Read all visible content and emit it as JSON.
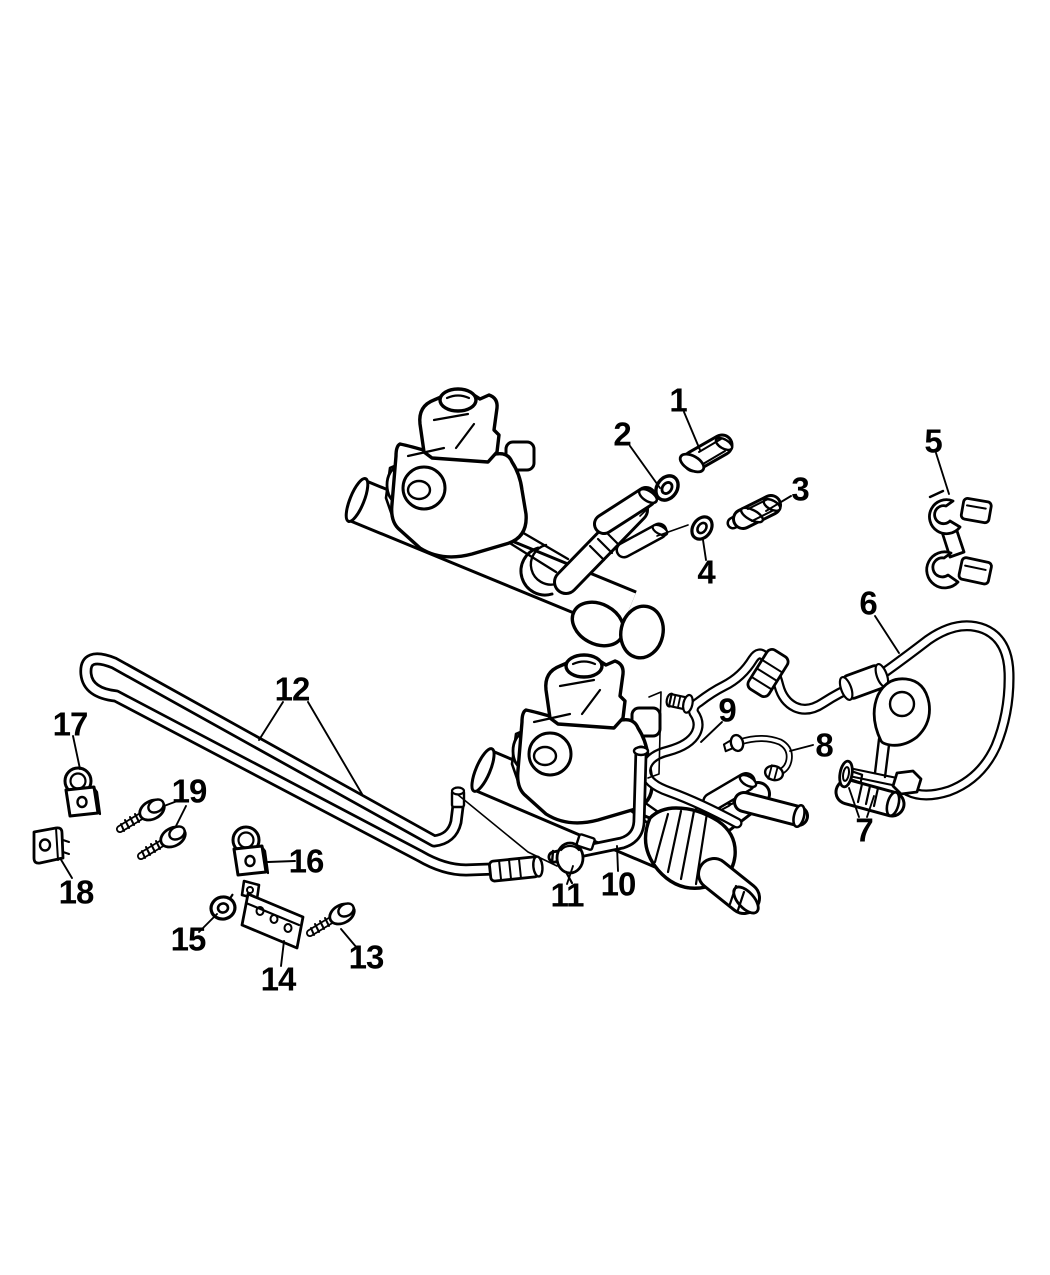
{
  "figure": {
    "description": "Exploded parts line diagram of power steering pump, reservoir, steering gear, pressure and return hoses, cooler tube and mounting hardware",
    "background_color": "#ffffff",
    "line_color": "#000000"
  },
  "callouts": [
    {
      "n": "1"
    },
    {
      "n": "2"
    },
    {
      "n": "3"
    },
    {
      "n": "4"
    },
    {
      "n": "5"
    },
    {
      "n": "6"
    },
    {
      "n": "7"
    },
    {
      "n": "8"
    },
    {
      "n": "9"
    },
    {
      "n": "10"
    },
    {
      "n": "11"
    },
    {
      "n": "12"
    },
    {
      "n": "13"
    },
    {
      "n": "14"
    },
    {
      "n": "15"
    },
    {
      "n": "16"
    },
    {
      "n": "17"
    },
    {
      "n": "18"
    },
    {
      "n": "19"
    }
  ]
}
